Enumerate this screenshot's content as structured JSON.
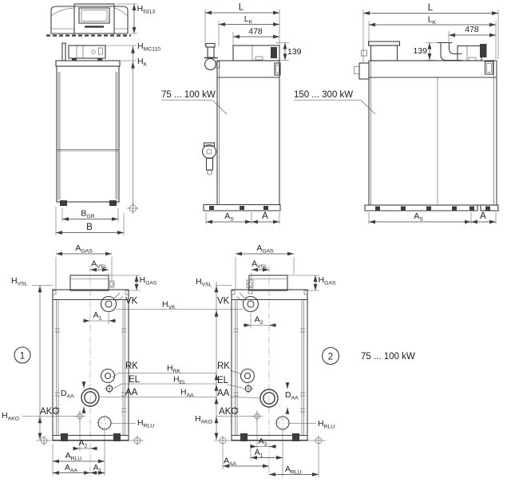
{
  "drawing": {
    "type": "boiler dimension drawing",
    "colors": {
      "background": "#ffffff",
      "line": "#3d3d3d",
      "text": "#1c1c1c"
    }
  },
  "sym": {
    "L": "L",
    "LK_m": "L",
    "LK_s": "K",
    "n478": "478",
    "n139": "139",
    "AS_m": "A",
    "AS_s": "S",
    "A": "A",
    "AGAS_m": "A",
    "AGAS_s": "GAS",
    "AVSL_m": "A",
    "AVSL_s": "VSL",
    "HVSL_m": "H",
    "HVSL_s": "VSL",
    "HGAS_m": "H",
    "HGAS_s": "GAS",
    "HVK_m": "H",
    "HVK_s": "VK",
    "HRK_m": "H",
    "HRK_s": "RK",
    "HEL_m": "H",
    "HEL_s": "EL",
    "HAA_m": "H",
    "HAA_s": "AA",
    "HAKO_m": "H",
    "HAKO_s": "AKO",
    "HRLU_m": "H",
    "HRLU_s": "RLU",
    "DAA_m": "D",
    "DAA_s": "AA",
    "A1_m": "A",
    "A1_s": "1",
    "A2_m": "A",
    "A2_s": "2",
    "A3_m": "A",
    "A3_s": "3",
    "ARLU_m": "A",
    "ARLU_s": "RLU",
    "AAA_m": "A",
    "AAA_s": "AA",
    "VK": "VK",
    "RK": "RK",
    "EL": "EL",
    "AA": "AA",
    "AKO": "AKO"
  },
  "views": {
    "control_unit": {
      "h5313_m": "H",
      "h5313_s": "5313"
    },
    "front": {
      "hmc110_m": "H",
      "hmc110_s": "MC110",
      "hk_m": "H",
      "hk_s": "K",
      "bgr_m": "B",
      "bgr_s": "GR",
      "b": "B"
    },
    "side_small": {
      "power": "75 ... 100 kW"
    },
    "side_large": {
      "power": "150 ... 300 kW"
    },
    "bottom_left": {
      "index": "1"
    },
    "bottom_right": {
      "index": "2",
      "power": "75 ... 100 kW"
    }
  }
}
